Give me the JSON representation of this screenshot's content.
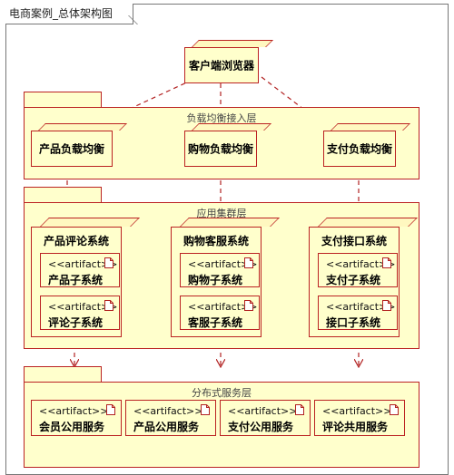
{
  "frame_title": "电商案例_总体架构图",
  "client": {
    "label": "客户端浏览器"
  },
  "layers": {
    "lb": {
      "title": "负载均衡接入层",
      "nodes": [
        "产品负载均衡",
        "购物负载均衡",
        "支付负载均衡"
      ]
    },
    "app": {
      "title": "应用集群层",
      "nodes": [
        {
          "label": "产品评论系统",
          "artifacts": [
            {
              "stereo": "<<artifact>>",
              "name": "产品子系统"
            },
            {
              "stereo": "<<artifact>>",
              "name": "评论子系统"
            }
          ]
        },
        {
          "label": "购物客服系统",
          "artifacts": [
            {
              "stereo": "<<artifact>>",
              "name": "购物子系统"
            },
            {
              "stereo": "<<artifact>>",
              "name": "客服子系统"
            }
          ]
        },
        {
          "label": "支付接口系统",
          "artifacts": [
            {
              "stereo": "<<artifact>>",
              "name": "支付子系统"
            },
            {
              "stereo": "<<artifact>>",
              "name": "接口子系统"
            }
          ]
        }
      ]
    },
    "svc": {
      "title": "分布式服务层",
      "artifacts": [
        {
          "stereo": "<<artifact>>",
          "name": "会员公用服务"
        },
        {
          "stereo": "<<artifact>>",
          "name": "产品公用服务"
        },
        {
          "stereo": "<<artifact>>",
          "name": "支付公用服务"
        },
        {
          "stereo": "<<artifact>>",
          "name": "评论共用服务"
        }
      ]
    }
  },
  "colors": {
    "fill": "#ffffcc",
    "stroke": "#b22222"
  }
}
